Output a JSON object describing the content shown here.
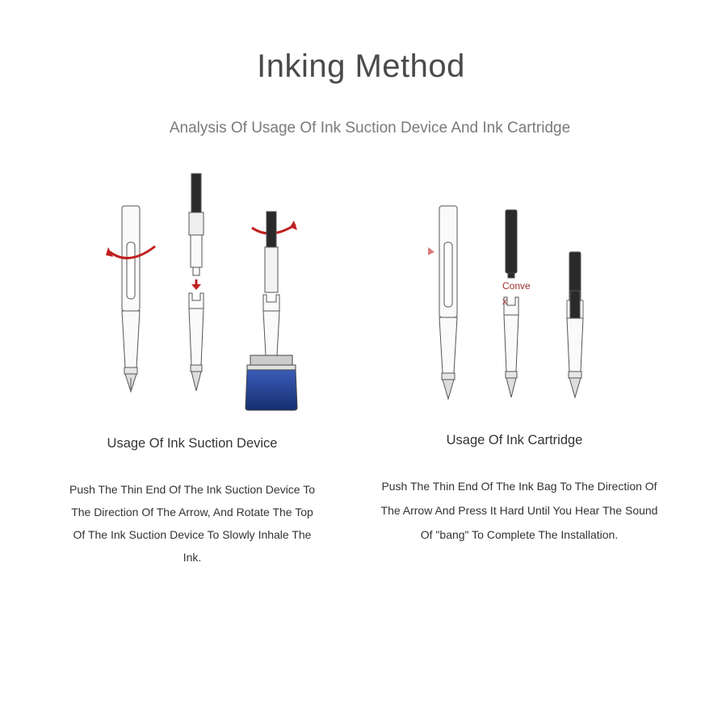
{
  "title": "Inking Method",
  "subtitle": "Analysis Of Usage Of Ink Suction Device And Ink Cartridge",
  "left": {
    "heading": "Usage Of Ink Suction Device",
    "body": "Push The Thin End Of The Ink Suction Device To The Direction Of The Arrow, And Rotate The Top Of The Ink Suction Device To Slowly Inhale The Ink."
  },
  "right": {
    "heading": "Usage Of Ink Cartridge",
    "body": "Push The Thin End Of The Ink Bag To The Direction Of The Arrow And Press It Hard Until You Hear The Sound Of \"bang\" To Complete The Installation.",
    "label_line1": "Conve",
    "label_line2": "x"
  },
  "colors": {
    "arrow": "#c02020",
    "ink": "#1f3d8a",
    "cartridge": "#2a2a2a"
  }
}
